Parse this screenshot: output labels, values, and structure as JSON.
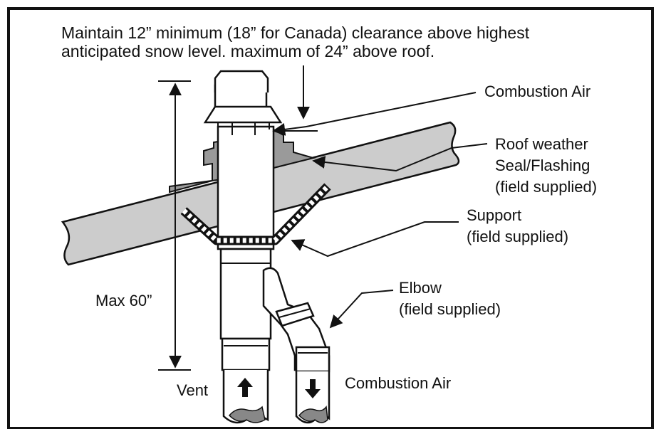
{
  "diagram": {
    "header_line1": "Maintain 12” minimum (18” for Canada) clearance above highest",
    "header_line2": "anticipated snow level. maximum of 24” above roof.",
    "label_combustion_air_top": "Combustion Air",
    "label_roof_seal_line1": "Roof weather",
    "label_roof_seal_line2": "Seal/Flashing",
    "label_roof_seal_line3": "(field supplied)",
    "label_support_line1": "Support",
    "label_support_line2": "(field supplied)",
    "label_max": "Max 60”",
    "label_elbow_line1": "Elbow",
    "label_elbow_line2": "(field supplied)",
    "label_vent": "Vent",
    "label_combustion_air_bottom": "Combustion Air"
  },
  "colors": {
    "line": "#111111",
    "roof_fill": "#cccccc",
    "flashing_fill": "#9a9a9a",
    "pipe_fill": "#ffffff"
  }
}
